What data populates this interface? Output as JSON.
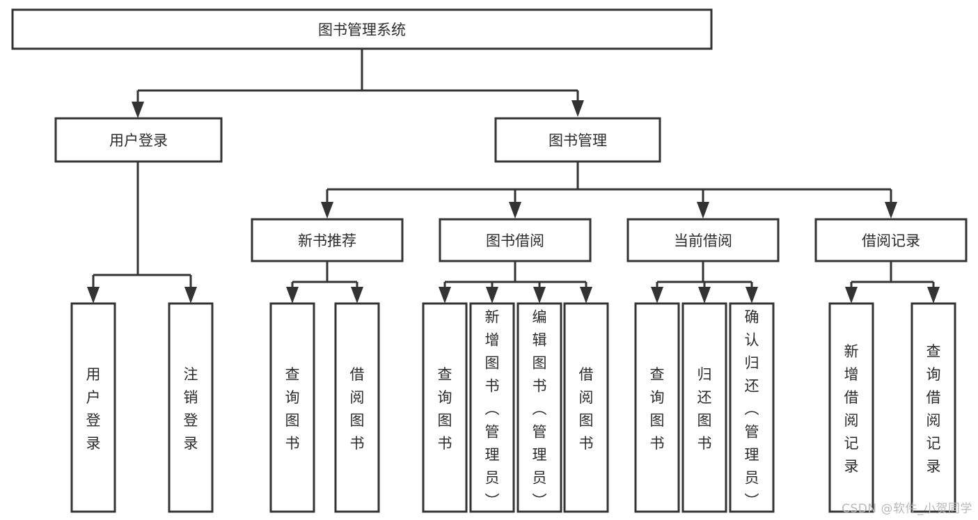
{
  "diagram": {
    "type": "tree",
    "title": "图书管理系统",
    "orientation": "top-down",
    "root": {
      "id": "root",
      "label": "图书管理系统"
    },
    "level2": [
      {
        "id": "user-login",
        "label": "用户登录"
      },
      {
        "id": "book-manage",
        "label": "图书管理"
      }
    ],
    "level3": [
      {
        "id": "new-book-recommend",
        "label": "新书推荐",
        "parent": "book-manage"
      },
      {
        "id": "book-borrow",
        "label": "图书借阅",
        "parent": "book-manage"
      },
      {
        "id": "current-borrow",
        "label": "当前借阅",
        "parent": "book-manage"
      },
      {
        "id": "borrow-record",
        "label": "借阅记录",
        "parent": "book-manage"
      }
    ],
    "leaves": [
      {
        "id": "leaf-user-login",
        "label": "用户登录",
        "parent": "user-login"
      },
      {
        "id": "leaf-logout-login",
        "label": "注销登录",
        "parent": "user-login"
      },
      {
        "id": "leaf-query-book-1",
        "label": "查询图书",
        "parent": "new-book-recommend"
      },
      {
        "id": "leaf-borrow-book-1",
        "label": "借阅图书",
        "parent": "new-book-recommend"
      },
      {
        "id": "leaf-query-book-2",
        "label": "查询图书",
        "parent": "book-borrow"
      },
      {
        "id": "leaf-add-book",
        "label": "新增图书（管理员）",
        "parent": "book-borrow"
      },
      {
        "id": "leaf-edit-book",
        "label": "编辑图书（管理员）",
        "parent": "book-borrow"
      },
      {
        "id": "leaf-borrow-book-2",
        "label": "借阅图书",
        "parent": "book-borrow"
      },
      {
        "id": "leaf-query-book-3",
        "label": "查询图书",
        "parent": "current-borrow"
      },
      {
        "id": "leaf-return-book",
        "label": "归还图书",
        "parent": "current-borrow"
      },
      {
        "id": "leaf-confirm-return",
        "label": "确认归还（管理员）",
        "parent": "current-borrow"
      },
      {
        "id": "leaf-add-record",
        "label": "新增借阅记录",
        "parent": "borrow-record"
      },
      {
        "id": "leaf-query-record",
        "label": "查询借阅记录",
        "parent": "borrow-record"
      }
    ],
    "colors": {
      "box_stroke": "#333333",
      "box_fill": "#ffffff",
      "text": "#2b2b2b",
      "connector": "#333333",
      "watermark": "#b9b9b9",
      "background": "#ffffff"
    }
  },
  "watermark": {
    "text": "CSDN @软件_小贺同学"
  }
}
